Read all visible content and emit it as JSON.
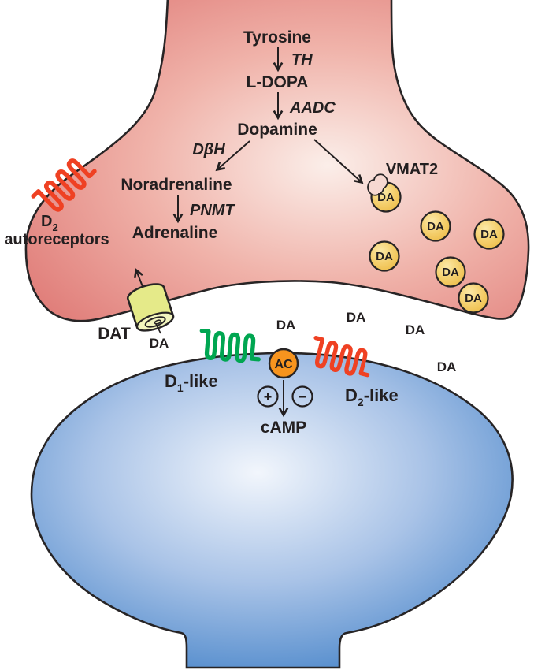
{
  "figure": {
    "pathway": {
      "tyrosine": "Tyrosine",
      "th": "TH",
      "l_dopa": "L-DOPA",
      "aadc": "AADC",
      "dopamine": "Dopamine",
      "dbh": "DβH",
      "noradrenaline": "Noradrenaline",
      "pnmt": "PNMT",
      "adrenaline": "Adrenaline"
    },
    "presynaptic": {
      "vmat2": "VMAT2",
      "dat": "DAT",
      "vesicle_label": "DA",
      "autoreceptor": {
        "base": "D",
        "sub": "2",
        "line2": "autoreceptors"
      }
    },
    "cleft": {
      "transmitter": "DA"
    },
    "postsynaptic": {
      "d1": {
        "base": "D",
        "sub": "1",
        "suffix": "-like"
      },
      "d2": {
        "base": "D",
        "sub": "2",
        "suffix": "-like"
      },
      "ac": "AC",
      "plus": "+",
      "minus": "−",
      "camp": "cAMP"
    },
    "colors": {
      "presynaptic_edge": "#E07D79",
      "postsynaptic_edge": "#2E7BC2",
      "vesicle_fill": "#F3CB66",
      "d1_receptor_green": "#00A651",
      "d2_receptor_red": "#EF4123",
      "ac_orange": "#F7941E",
      "dat_yellow_green": "#E5EA89",
      "outline": "#272425",
      "text": "#231F20"
    }
  }
}
